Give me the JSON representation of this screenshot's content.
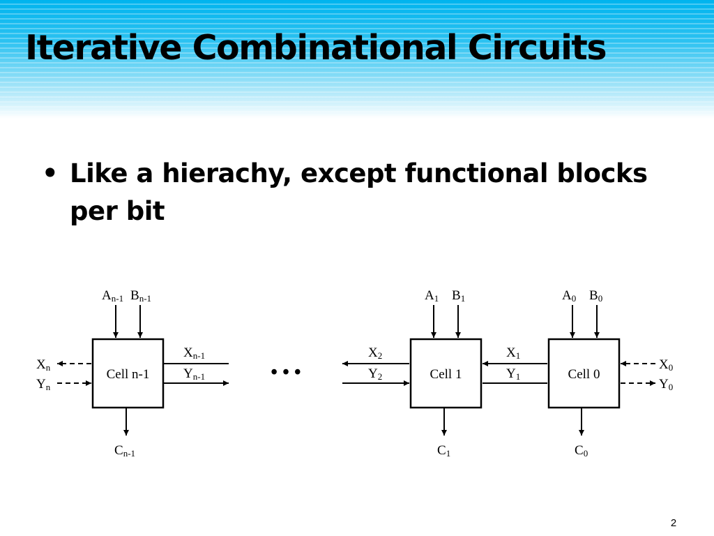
{
  "slide": {
    "title": "Iterative Combinational Circuits",
    "bullet": "Like a hierachy, except functional blocks per bit",
    "bullet_symbol": "•",
    "page_number": "2"
  },
  "diagram": {
    "ellipsis": "• • •",
    "cells": [
      {
        "label": "Cell n-1",
        "inputs": [
          {
            "base": "A",
            "sub": "n-1"
          },
          {
            "base": "B",
            "sub": "n-1"
          }
        ],
        "output": {
          "base": "C",
          "sub": "n-1"
        },
        "left_signals": [
          {
            "base": "X",
            "sub": "n"
          },
          {
            "base": "Y",
            "sub": "n"
          }
        ],
        "right_signals": [
          {
            "base": "X",
            "sub": "n-1"
          },
          {
            "base": "Y",
            "sub": "n-1"
          }
        ]
      },
      {
        "label": "Cell 1",
        "inputs": [
          {
            "base": "A",
            "sub": "1"
          },
          {
            "base": "B",
            "sub": "1"
          }
        ],
        "output": {
          "base": "C",
          "sub": "1"
        },
        "left_signals": [
          {
            "base": "X",
            "sub": "2"
          },
          {
            "base": "Y",
            "sub": "2"
          }
        ],
        "right_signals": [
          {
            "base": "X",
            "sub": "1"
          },
          {
            "base": "Y",
            "sub": "1"
          }
        ]
      },
      {
        "label": "Cell 0",
        "inputs": [
          {
            "base": "A",
            "sub": "0"
          },
          {
            "base": "B",
            "sub": "0"
          }
        ],
        "output": {
          "base": "C",
          "sub": "0"
        },
        "right_signals": [
          {
            "base": "X",
            "sub": "0"
          },
          {
            "base": "Y",
            "sub": "0"
          }
        ]
      }
    ]
  }
}
